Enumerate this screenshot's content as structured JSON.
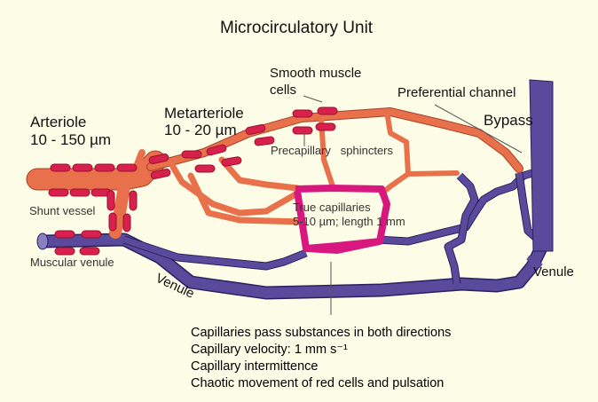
{
  "title": "Microcirculatory Unit",
  "labels": {
    "arteriole": "Arteriole",
    "arteriole_size": "10 - 150 µm",
    "metarteriole": "Metarteriole",
    "metarteriole_size": "10 - 20 µm",
    "smooth_muscle_1": "Smooth muscle",
    "smooth_muscle_2": "cells",
    "preferential_channel": "Preferential channel",
    "bypass": "Bypass",
    "precapillary_sphincters": "Precapillary   sphincters",
    "true_capillaries": "True  capillaries",
    "capillary_size": "5-10 µm; length 1 mm",
    "shunt_vessel": "Shunt vessel",
    "muscular_venule": "Muscular venule",
    "venule_left": "Venule",
    "venule_right": "Venule"
  },
  "notes": [
    "Capillaries pass substances in both directions",
    "Capillary velocity: 1 mm s⁻¹",
    "Capillary intermittence",
    "Chaotic movement of red cells and pulsation"
  ],
  "colors": {
    "background": "#fdfce6",
    "arterial": "#e8704a",
    "muscle_cell": "#d8204c",
    "venous": "#5a4a9c",
    "capillary": "#d8187e"
  }
}
